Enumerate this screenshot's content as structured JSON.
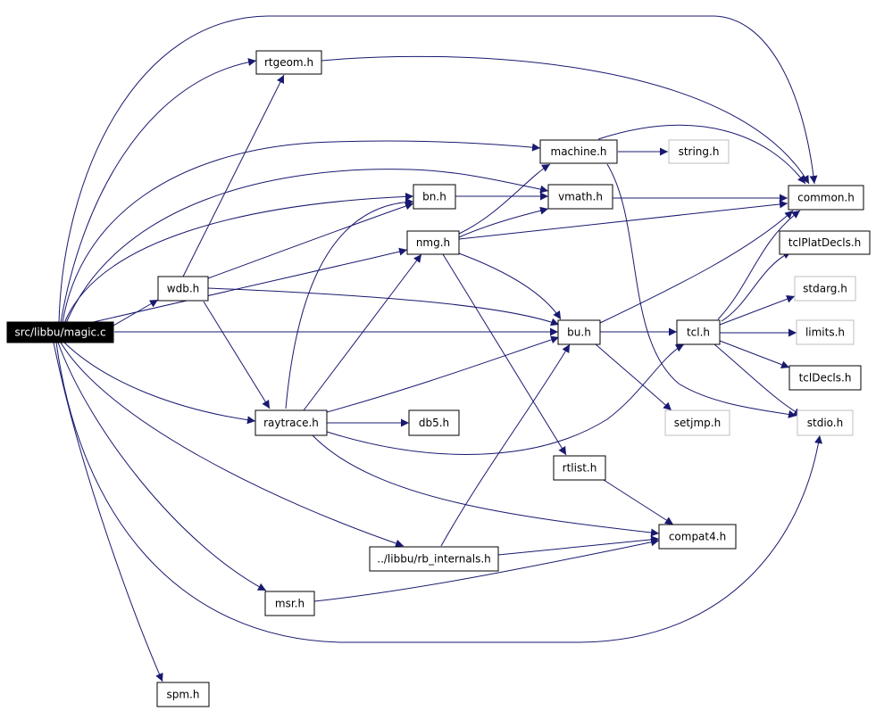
{
  "nodes": {
    "root": "src/libbu/magic.c",
    "rtgeom": "rtgeom.h",
    "machine": "machine.h",
    "string": "string.h",
    "common": "common.h",
    "bn": "bn.h",
    "vmath": "vmath.h",
    "nmg": "nmg.h",
    "tclplat": "tclPlatDecls.h",
    "wdb": "wdb.h",
    "stdarg": "stdarg.h",
    "bu": "bu.h",
    "tcl": "tcl.h",
    "limits": "limits.h",
    "tcldecls": "tclDecls.h",
    "raytrace": "raytrace.h",
    "db5": "db5.h",
    "setjmp": "setjmp.h",
    "stdio": "stdio.h",
    "rtlist": "rtlist.h",
    "compat4": "compat4.h",
    "rbint": "../libbu/rb_internals.h",
    "msr": "msr.h",
    "spm": "spm.h"
  },
  "colors": {
    "edge": "#191970",
    "node_border": "#000000",
    "external_border": "#bfbfbf",
    "root_fill": "#000000",
    "root_text": "#ffffff"
  }
}
